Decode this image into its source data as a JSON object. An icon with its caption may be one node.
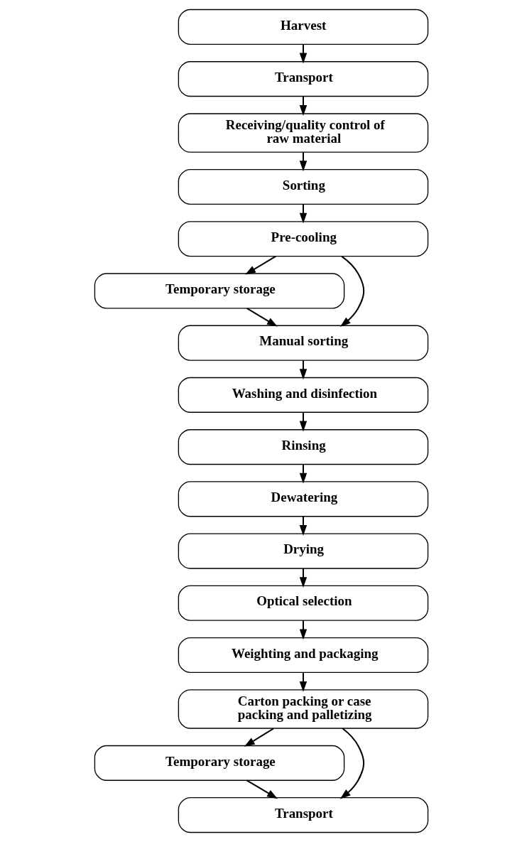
{
  "diagram": {
    "nodes": [
      {
        "text": [
          "Harvest"
        ]
      },
      {
        "text": [
          "Transport"
        ]
      },
      {
        "text": [
          "Receiving/quality control of raw material"
        ]
      },
      {
        "text": [
          "Sorting"
        ]
      },
      {
        "text": [
          "Pre-cooling"
        ]
      },
      {
        "text": [
          "Temporary storage"
        ]
      },
      {
        "text": [
          "Manual sorting"
        ]
      },
      {
        "text": [
          "Washing and disinfection"
        ]
      },
      {
        "text": [
          "Rinsing"
        ]
      },
      {
        "text": [
          "Dewatering"
        ]
      },
      {
        "text": [
          "Drying"
        ]
      },
      {
        "text": [
          "Optical selection"
        ]
      },
      {
        "text": [
          "Weighting and packaging"
        ]
      },
      {
        "text": [
          "Carton packing or case packing and palletizing"
        ]
      },
      {
        "text": [
          "Temporary storage"
        ]
      },
      {
        "text": [
          "Transport"
        ]
      }
    ],
    "edges": [
      {
        "from": 0,
        "to": 1,
        "arrow": "to"
      },
      {
        "from": 1,
        "to": 2,
        "arrow": "to"
      },
      {
        "from": 2,
        "to": 3,
        "arrow": "to"
      },
      {
        "from": 3,
        "to": 4,
        "arrow": "to"
      },
      {
        "from": 4,
        "to": 6,
        "arrow": "to"
      },
      {
        "from": 4,
        "to": 5,
        "arrow": "to"
      },
      {
        "from": 5,
        "to": 6,
        "arrow": "to"
      },
      {
        "from": 6,
        "to": 7,
        "arrow": "to"
      },
      {
        "from": 7,
        "to": 8,
        "arrow": "to"
      },
      {
        "from": 8,
        "to": 9,
        "arrow": "to"
      },
      {
        "from": 9,
        "to": 10,
        "arrow": "to"
      },
      {
        "from": 10,
        "to": 11,
        "arrow": "to"
      },
      {
        "from": 11,
        "to": 12,
        "arrow": "to"
      },
      {
        "from": 12,
        "to": 13,
        "arrow": "to"
      },
      {
        "from": 13,
        "to": 15,
        "arrow": "to"
      },
      {
        "from": 13,
        "to": 14,
        "arrow": "to"
      },
      {
        "from": 14,
        "to": 15,
        "arrow": "to"
      }
    ]
  }
}
